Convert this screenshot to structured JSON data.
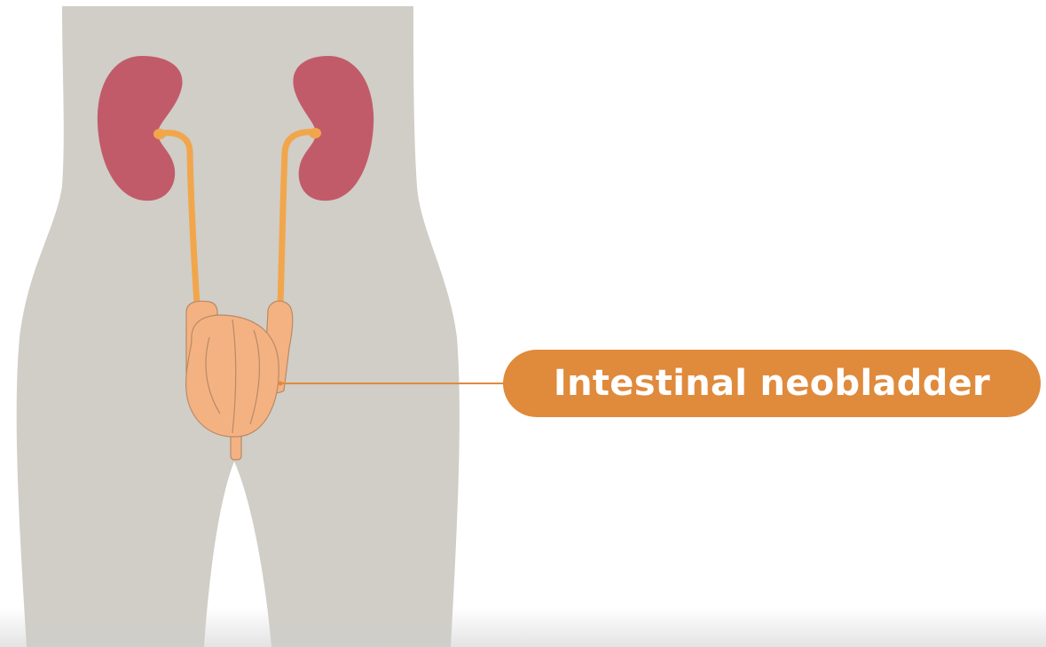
{
  "diagram": {
    "label": "Intestinal neobladder",
    "icons": {
      "body": "human-torso-silhouette",
      "kidneys": "kidney",
      "ureters": "ureter",
      "neobladder": "intestinal-neobladder"
    },
    "colors": {
      "background": "#ffffff",
      "body": "#d0cec6",
      "kidney": "#c25b69",
      "ureter": "#f1a64c",
      "neobladder": "#f4b282",
      "neobladder_outline": "#b88a66",
      "leader_line": "#e08a3c",
      "label_pill": "#e08a3c",
      "label_text": "#ffffff"
    }
  }
}
